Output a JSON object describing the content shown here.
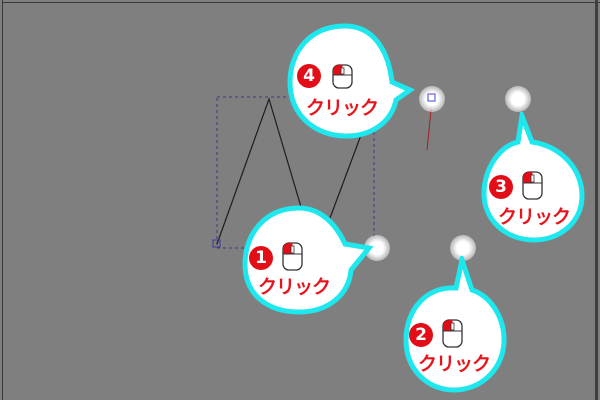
{
  "canvas": {
    "background": "#7f7f7f"
  },
  "colors": {
    "bubble_border": "#1ee8ee",
    "accent_red": "#e20d16",
    "selection_dash": "#3a3a8c",
    "guide_line": "#a02020"
  },
  "steps": [
    {
      "number": "1",
      "label": "クリック",
      "icon": "mouse-left-click-icon"
    },
    {
      "number": "2",
      "label": "クリック",
      "icon": "mouse-left-click-icon"
    },
    {
      "number": "3",
      "label": "クリック",
      "icon": "mouse-left-click-icon"
    },
    {
      "number": "4",
      "label": "クリック",
      "icon": "mouse-left-click-icon"
    }
  ]
}
